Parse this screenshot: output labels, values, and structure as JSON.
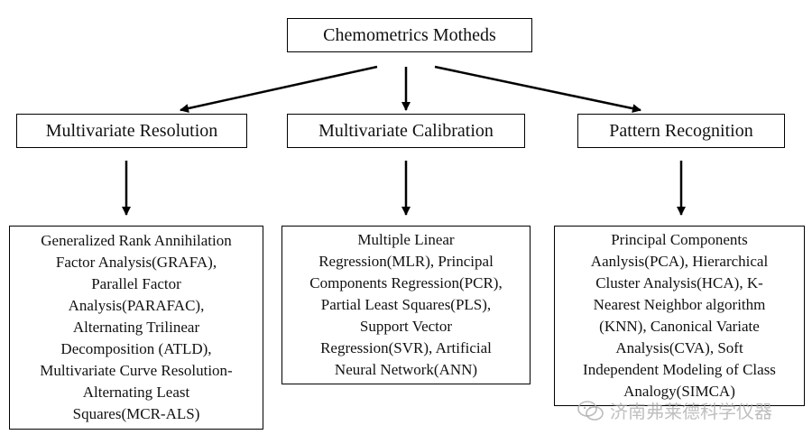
{
  "title": "Chemometrics Motheds",
  "categories": [
    {
      "label": "Multivariate Resolution"
    },
    {
      "label": "Multivariate Calibration"
    },
    {
      "label": "Pattern Recognition"
    }
  ],
  "methods": [
    {
      "lines": [
        "Generalized Rank Annihilation",
        "Factor Analysis(GRAFA),",
        "Parallel Factor",
        "Analysis(PARAFAC),",
        "Alternating Trilinear",
        "Decomposition (ATLD),",
        "Multivariate Curve Resolution-",
        "Alternating Least",
        "Squares(MCR-ALS)"
      ]
    },
    {
      "lines": [
        "Multiple Linear",
        "Regression(MLR), Principal",
        "Components Regression(PCR),",
        "Partial Least Squares(PLS),",
        "Support Vector",
        "Regression(SVR), Artificial",
        "Neural Network(ANN)"
      ]
    },
    {
      "lines": [
        "Principal Components",
        "Aanlysis(PCA), Hierarchical",
        "Cluster Analysis(HCA), K-",
        "Nearest Neighbor algorithm",
        "(KNN), Canonical Variate",
        "Analysis(CVA), Soft",
        "Independent Modeling of Class",
        "Analogy(SIMCA)"
      ]
    }
  ],
  "watermark": {
    "text": "济南弗莱德科学仪器",
    "icon": "wechat-icon"
  }
}
